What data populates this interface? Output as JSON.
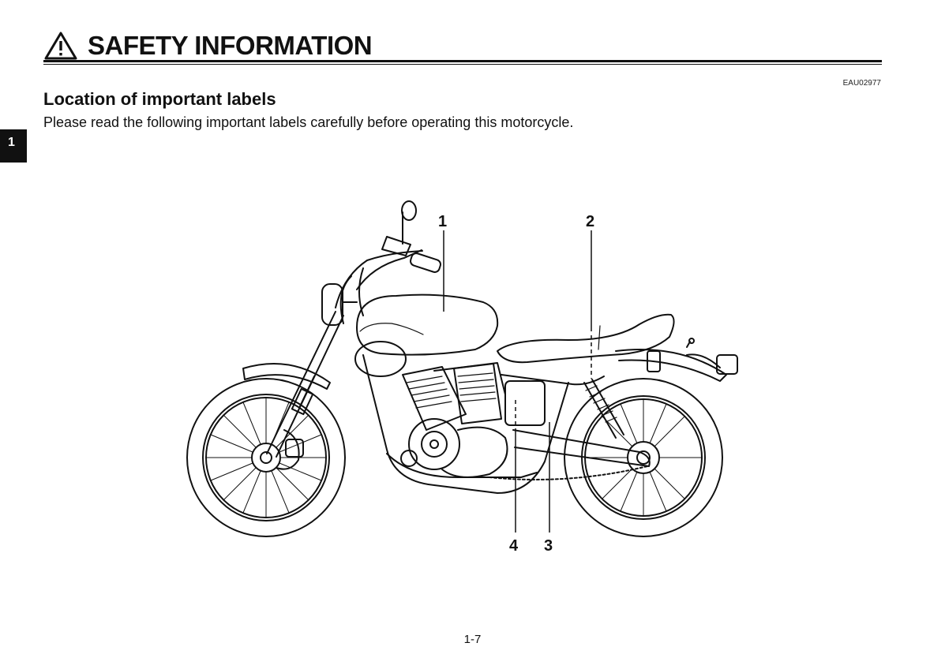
{
  "header": {
    "title": "SAFETY INFORMATION",
    "icon": "warning-triangle-icon"
  },
  "chapter_tab": "1",
  "ref_code": "EAU02977",
  "section": {
    "heading": "Location of important labels",
    "intro": "Please read the following important labels carefully before operating this motorcycle."
  },
  "figure": {
    "callouts": [
      "1",
      "2",
      "3",
      "4"
    ]
  },
  "page_number": "1-7"
}
